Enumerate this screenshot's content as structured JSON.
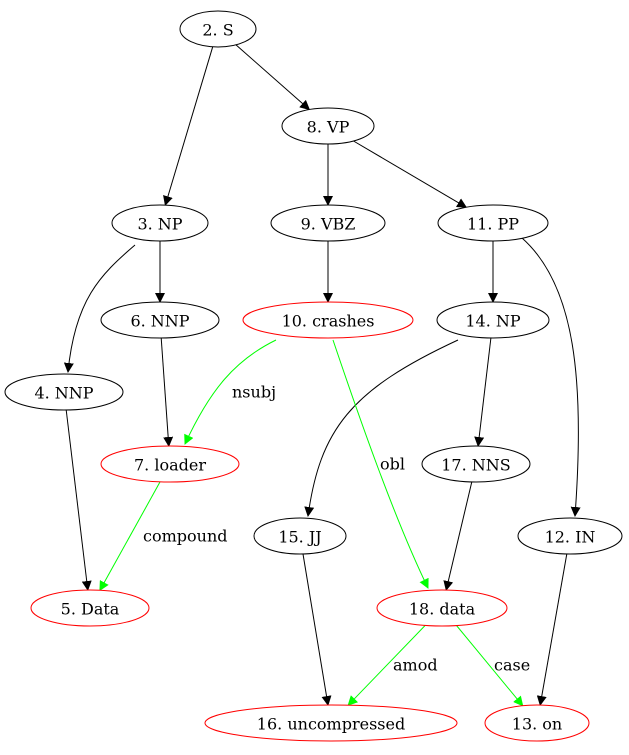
{
  "colors": {
    "constituent": "#000000",
    "word": "#ff0000",
    "syntax_edge": "#000000",
    "dependency_edge": "#00ff00"
  },
  "nodes": [
    {
      "id": "2",
      "label": "2. S",
      "kind": "constituent"
    },
    {
      "id": "8",
      "label": "8. VP",
      "kind": "constituent"
    },
    {
      "id": "3",
      "label": "3. NP",
      "kind": "constituent"
    },
    {
      "id": "9",
      "label": "9. VBZ",
      "kind": "constituent"
    },
    {
      "id": "11",
      "label": "11. PP",
      "kind": "constituent"
    },
    {
      "id": "6",
      "label": "6. NNP",
      "kind": "constituent"
    },
    {
      "id": "10",
      "label": "10. crashes",
      "kind": "word"
    },
    {
      "id": "14",
      "label": "14. NP",
      "kind": "constituent"
    },
    {
      "id": "4",
      "label": "4. NNP",
      "kind": "constituent"
    },
    {
      "id": "7",
      "label": "7. loader",
      "kind": "word"
    },
    {
      "id": "17",
      "label": "17. NNS",
      "kind": "constituent"
    },
    {
      "id": "15",
      "label": "15. JJ",
      "kind": "constituent"
    },
    {
      "id": "12",
      "label": "12. IN",
      "kind": "constituent"
    },
    {
      "id": "5",
      "label": "5. Data",
      "kind": "word"
    },
    {
      "id": "18",
      "label": "18. data",
      "kind": "word"
    },
    {
      "id": "16",
      "label": "16. uncompressed",
      "kind": "word"
    },
    {
      "id": "13",
      "label": "13. on",
      "kind": "word"
    }
  ],
  "edges": [
    {
      "from": "2",
      "to": "3",
      "type": "syntax"
    },
    {
      "from": "2",
      "to": "8",
      "type": "syntax"
    },
    {
      "from": "8",
      "to": "9",
      "type": "syntax"
    },
    {
      "from": "8",
      "to": "11",
      "type": "syntax"
    },
    {
      "from": "3",
      "to": "4",
      "type": "syntax"
    },
    {
      "from": "3",
      "to": "6",
      "type": "syntax"
    },
    {
      "from": "9",
      "to": "10",
      "type": "syntax"
    },
    {
      "from": "11",
      "to": "14",
      "type": "syntax"
    },
    {
      "from": "11",
      "to": "12",
      "type": "syntax"
    },
    {
      "from": "6",
      "to": "7",
      "type": "syntax"
    },
    {
      "from": "4",
      "to": "5",
      "type": "syntax"
    },
    {
      "from": "14",
      "to": "15",
      "type": "syntax"
    },
    {
      "from": "14",
      "to": "17",
      "type": "syntax"
    },
    {
      "from": "17",
      "to": "18",
      "type": "syntax"
    },
    {
      "from": "15",
      "to": "16",
      "type": "syntax"
    },
    {
      "from": "12",
      "to": "13",
      "type": "syntax"
    },
    {
      "from": "10",
      "to": "7",
      "type": "dependency",
      "label": "nsubj"
    },
    {
      "from": "10",
      "to": "18",
      "type": "dependency",
      "label": "obl"
    },
    {
      "from": "7",
      "to": "5",
      "type": "dependency",
      "label": "compound"
    },
    {
      "from": "18",
      "to": "16",
      "type": "dependency",
      "label": "amod"
    },
    {
      "from": "18",
      "to": "13",
      "type": "dependency",
      "label": "case"
    }
  ]
}
